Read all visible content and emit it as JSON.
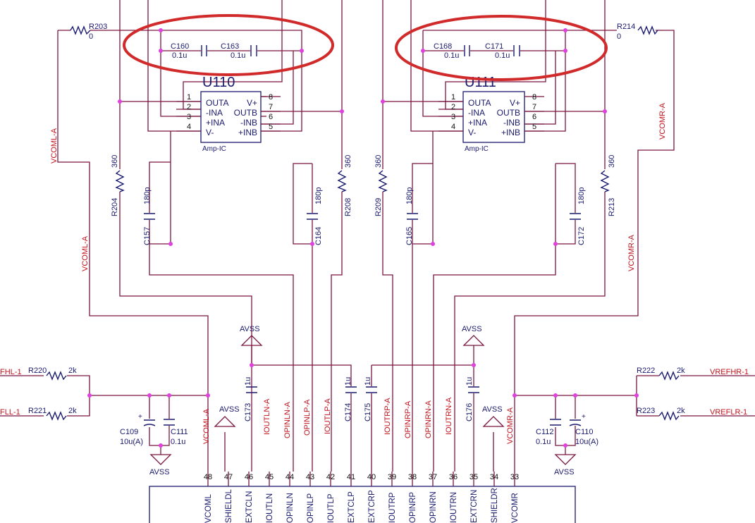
{
  "chips": {
    "left": {
      "ref": "U110",
      "type": "Amp-IC",
      "pins_left": [
        {
          "num": "1",
          "name": "OUTA"
        },
        {
          "num": "2",
          "name": "-INA"
        },
        {
          "num": "3",
          "name": "+INA"
        },
        {
          "num": "4",
          "name": "V-"
        }
      ],
      "pins_right": [
        {
          "num": "8",
          "name": "V+"
        },
        {
          "num": "7",
          "name": "OUTB"
        },
        {
          "num": "6",
          "name": "-INB"
        },
        {
          "num": "5",
          "name": "+INB"
        }
      ]
    },
    "right": {
      "ref": "U111",
      "type": "Amp-IC",
      "pins_left": [
        {
          "num": "1",
          "name": "OUTA"
        },
        {
          "num": "2",
          "name": "-INA"
        },
        {
          "num": "3",
          "name": "+INA"
        },
        {
          "num": "4",
          "name": "V-"
        }
      ],
      "pins_right": [
        {
          "num": "8",
          "name": "V+"
        },
        {
          "num": "7",
          "name": "OUTB"
        },
        {
          "num": "6",
          "name": "-INB"
        },
        {
          "num": "5",
          "name": "+INB"
        }
      ]
    }
  },
  "components": {
    "r203": {
      "ref": "R203",
      "value": "0"
    },
    "r214": {
      "ref": "R214",
      "value": "0"
    },
    "c160": {
      "ref": "C160",
      "value": "0.1u"
    },
    "c163": {
      "ref": "C163",
      "value": "0.1u"
    },
    "c168": {
      "ref": "C168",
      "value": "0.1u"
    },
    "c171": {
      "ref": "C171",
      "value": "0.1u"
    },
    "r204": {
      "ref": "R204",
      "value": "360"
    },
    "r208": {
      "ref": "R208",
      "value": "360"
    },
    "r209": {
      "ref": "R209",
      "value": "360"
    },
    "r213": {
      "ref": "R213",
      "value": "360"
    },
    "c157": {
      "ref": "C157",
      "value": "180p"
    },
    "c164": {
      "ref": "C164",
      "value": "180p"
    },
    "c165": {
      "ref": "C165",
      "value": "180p"
    },
    "c172": {
      "ref": "C172",
      "value": "180p"
    },
    "r220": {
      "ref": "R220",
      "value": "2k"
    },
    "r221": {
      "ref": "R221",
      "value": "2k"
    },
    "r222": {
      "ref": "R222",
      "value": "2k"
    },
    "r223": {
      "ref": "R223",
      "value": "2k"
    },
    "c109": {
      "ref": "C109",
      "value": "10u(A)"
    },
    "c111": {
      "ref": "C111",
      "value": "0.1u"
    },
    "c112": {
      "ref": "C112",
      "value": "0.1u"
    },
    "c110": {
      "ref": "C110",
      "value": "10u(A)"
    },
    "c173": {
      "ref": "C173",
      "value": "1u"
    },
    "c174": {
      "ref": "C174",
      "value": "1u"
    },
    "c175": {
      "ref": "C175",
      "value": "1u"
    },
    "c176": {
      "ref": "C176",
      "value": "1u"
    }
  },
  "nets": {
    "vcoml_a": "VCOML-A",
    "vcomr_a": "VCOMR-A",
    "vrefhl": "FHL-1",
    "vrefll": "FLL-1",
    "vrefhr": "VREFHR-1",
    "vreflr": "VREFLR-1",
    "ioutln_a": "IOUTLN-A",
    "opinln_a": "OPINLN-A",
    "opinlp_a": "OPINLP-A",
    "ioutlp_a": "IOUTLP-A",
    "ioutrp_a": "IOUTRP-A",
    "opinrp_a": "OPINRP-A",
    "opinrn_a": "OPINRN-A",
    "ioutrn_a": "IOUTRN-A",
    "avss": "AVSS"
  },
  "connector": {
    "pins": [
      {
        "num": "48",
        "name": "VCOML"
      },
      {
        "num": "47",
        "name": "SHIELDL"
      },
      {
        "num": "46",
        "name": "EXTCLN"
      },
      {
        "num": "45",
        "name": "IOUTLN"
      },
      {
        "num": "44",
        "name": "OPINLN"
      },
      {
        "num": "43",
        "name": "OPINLP"
      },
      {
        "num": "42",
        "name": "IOUTLP"
      },
      {
        "num": "41",
        "name": "EXTCLP"
      },
      {
        "num": "40",
        "name": "EXTCRP"
      },
      {
        "num": "39",
        "name": "IOUTRP"
      },
      {
        "num": "38",
        "name": "OPINRP"
      },
      {
        "num": "37",
        "name": "OPINRN"
      },
      {
        "num": "36",
        "name": "IOUTRN"
      },
      {
        "num": "35",
        "name": "EXTCRN"
      },
      {
        "num": "34",
        "name": "SHIELDR"
      },
      {
        "num": "33",
        "name": "VCOMR"
      }
    ]
  },
  "colors": {
    "wire": "#7a1540",
    "part": "#1a1a6e",
    "net_label": "#c0141e",
    "junction": "#e040e0",
    "highlight": "#d02a2a"
  }
}
